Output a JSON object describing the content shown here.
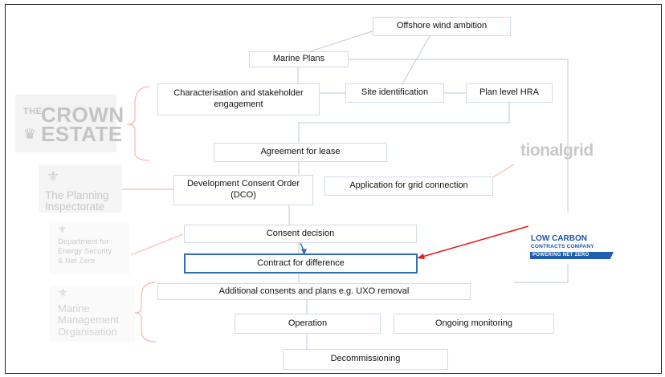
{
  "flowchart": {
    "nodes": {
      "offshore": "Offshore wind ambition",
      "marine_plans": "Marine Plans",
      "characterisation": "Characterisation and stakeholder engagement",
      "site_identification": "Site identification",
      "plan_hra": "Plan level HRA",
      "agreement_lease": "Agreement for lease",
      "dco": "Development Consent Order (DCO)",
      "grid_application": "Application for grid connection",
      "consent_decision": "Consent decision",
      "cfd": "Contract for difference",
      "additional_consents": "Additional consents and plans e.g. UXO removal",
      "operation": "Operation",
      "monitoring": "Ongoing monitoring",
      "decommissioning": "Decommissioning"
    }
  },
  "logos": {
    "crown_estate_top": "THE",
    "crown_estate_name1": "CROWN",
    "crown_estate_name2": "ESTATE",
    "planning_line1": "The Planning",
    "planning_line2": "Inspectorate",
    "desnz_line1": "Department for",
    "desnz_line2": "Energy Security",
    "desnz_line3": "& Net Zero",
    "mmo_line1": "Marine",
    "mmo_line2": "Management",
    "mmo_line3": "Organisation",
    "national_grid_fragment": "tionalgrid",
    "lcc_line1": "LOW CARBON",
    "lcc_line2": "CONTRACTS COMPANY",
    "lcc_line3": "POWERING NET ZERO"
  },
  "colors": {
    "highlight_border": "#2f6fb6",
    "arrow_red": "#e02020",
    "bracket_red": "#f4b8b0",
    "connector_gray": "#c8d3e0"
  }
}
